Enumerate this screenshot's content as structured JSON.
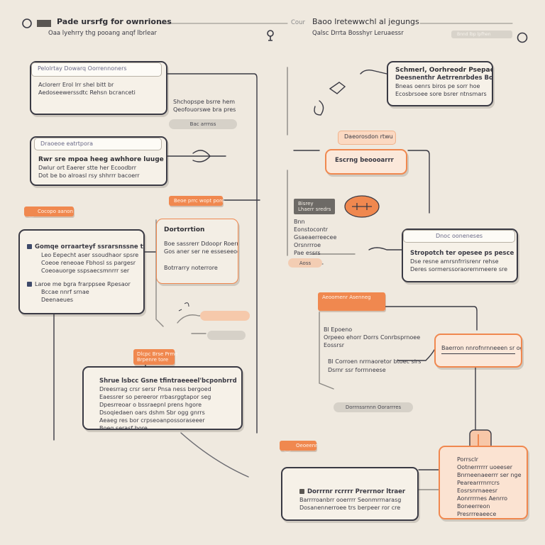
{
  "header": {
    "left_title": "Pade ursrfg for ownriones",
    "left_sub": "Oaa lyehrry thg pooang anqf lbrlear",
    "center_small": "Cour",
    "center_title": "Baoo lretewwchl al jegungs",
    "center_sub": "Qalsc Drrta Bosshyr Leruaessr",
    "right_chip": "Bnnd lbp lpfhen"
  },
  "left": {
    "card1": {
      "tab": "Pelolrtay Dowarq Oorrennoners",
      "lines": [
        "Aclorerr Erol lrr shel bitt br",
        "Aedoseewerssdtc Rehsn bcranceti"
      ]
    },
    "note1": {
      "lines": [
        "Shchopspe bsrre hem",
        "Qeofouorswe bra pres"
      ]
    },
    "pill1": "Bac arrnss",
    "card2": {
      "tab": "Draoeoe eatrtpora",
      "head": "Rwr sre mpoa heeg awhhore luuge",
      "lines": [
        "Dwlur ort Eaerer stte her Ecoodbrr",
        "Dot be bo alroasl rsy shhrrr bacoerr"
      ]
    },
    "tag_left": "Cocopo aanon",
    "tag_mid": "Beoe prrc wopt pore",
    "card3": {
      "head": "Gomqe orraarteyf ssrarsnssne ttc",
      "lines": [
        "Leo Eepecht aser ssoudhaor spsre",
        "Coeoe reneoae Fbhosl ss pargesr",
        "Coeoauorge sspsaecsmnrrr ser"
      ],
      "group2": [
        "Laroe me bgra frarppsee Rpesaor",
        "Bccae nnrf srnae",
        "Deenaeues"
      ]
    },
    "card4": {
      "title": "Dortorrtion",
      "lines": [
        "Boe sassrerr Ddoopr Roerrrleor",
        "Gos aner ser ne esseseeoos"
      ],
      "foot": "Botrrarry noterrore"
    },
    "pill2": "",
    "pill3": "",
    "tag_lower": "Dlcpc Brse Prme",
    "tag_lower_sub": "Brpenre tore",
    "card5": {
      "head": "Shrue lsbcc Gsne tfintraeeeel'bcponbrrd",
      "lines": [
        "Dreesrrag crsr sersr Pnsa ness bergoed",
        "Eaessrer so pereeror rrbasrggtapor seg",
        "Dpesrreoar o bssraepnl prens hgore",
        "Dsoqiedaen oars dshm Sbr ogg gnrrs",
        "Aeaeg res bor crpseoanpossoraseeer",
        "Boeg serasf bore"
      ]
    },
    "tag_bottom": "Oeoeenr"
  },
  "right": {
    "card1": {
      "title": "Schmerl, Oorhreodr Psepace",
      "lines": [
        "Deesnenthr Aetrrenrbdes Boe",
        "Bneas oenrs biros pe sorr hoe",
        "Ecosbrsoee sore bsrer ntnsmars"
      ]
    },
    "tag_top": "Daeorosdon rtwu",
    "card2_orange": "Escrng beoooarrr",
    "dark_chip": {
      "lines": [
        "Bisrey",
        "Lhaerr sredrs"
      ]
    },
    "text_block": [
      "Bnn",
      "Eonstocontr",
      "Gsaeaerreecee",
      "Orsnrrroe",
      "Pae essrs"
    ],
    "mini_bar": "Aoss",
    "card3": {
      "tab": "Dnoc ooneneses",
      "head": "Stropotch ter opesee ps pesce",
      "lines": [
        "Dse resne amrsnfrrisrenr rehse",
        "Deres sormerssoraorernmeere sre"
      ]
    },
    "tag_mid": "Aeoomenr Asenneg",
    "notes_mid": [
      "Bl Epoeno",
      "Orpeeo ehorr Dorrs Conrbsprnoee",
      "Eossrsr"
    ],
    "note_mid2": "Bl Corroen nrrnaoretor btoec sirs",
    "note_mid3": "Dsrnr ssr forrnneese",
    "card4_orange": "Baerron nnrofnrnneeen sr ogeer",
    "pill_bottom": "Dorrnssrnnn Oorarrres",
    "card5": {
      "head": "Dorrrnr rcrrrr Prerrnor ltraer",
      "lines": [
        "Barrrroanbrr ooerrrr Seonmrrnarasg",
        "Dosanennerroee trs berpeer ror cre"
      ]
    },
    "card6_orange": {
      "lines": [
        "Porrsclr",
        "Ootnerrrrrr uoeeser",
        "Bnrneenaeerrr ser nge",
        "Pearearrrnrrcrs",
        "Eosrsnrnaeesr",
        "Aonrrrrnes Aenrro",
        "Boneerreon",
        "Presrrreaeece"
      ]
    }
  }
}
